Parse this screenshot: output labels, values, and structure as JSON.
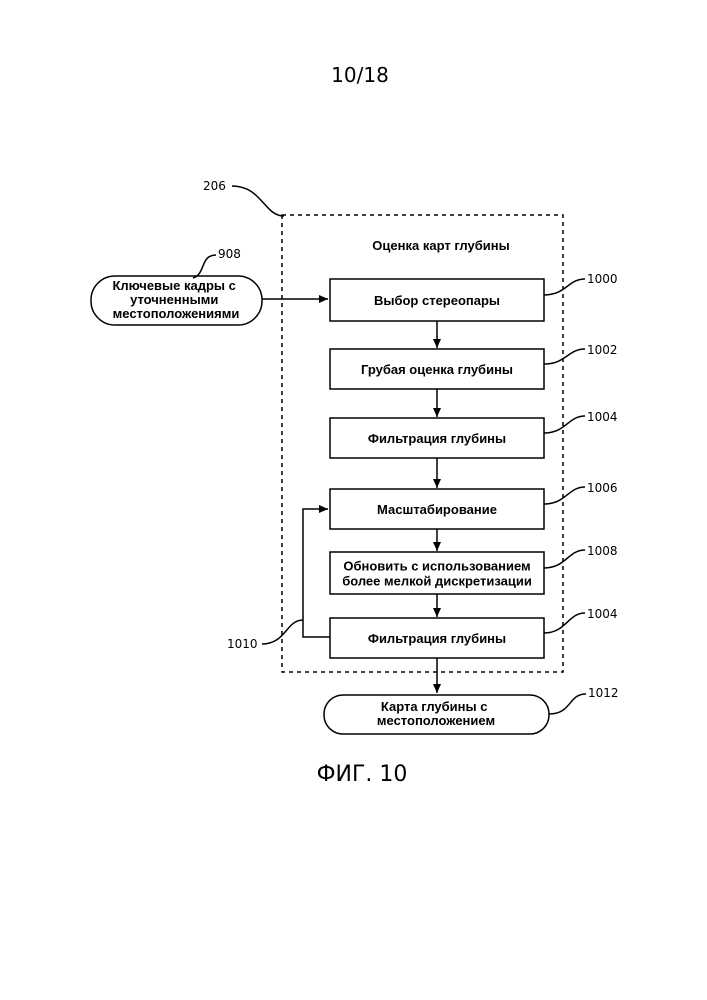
{
  "page": {
    "number": "10/18",
    "figure": "ФИГ. 10"
  },
  "container": {
    "ref": "206",
    "title": "Оценка карт глубины"
  },
  "input": {
    "ref": "908",
    "lines": [
      "Ключевые кадры с",
      "уточненными",
      "местоположениями"
    ]
  },
  "steps": [
    {
      "ref": "1000",
      "lines": [
        "Выбор стереопары"
      ]
    },
    {
      "ref": "1002",
      "lines": [
        "Грубая оценка глубины"
      ]
    },
    {
      "ref": "1004",
      "lines": [
        "Фильтрация глубины"
      ]
    },
    {
      "ref": "1006",
      "lines": [
        "Масштабирование"
      ]
    },
    {
      "ref": "1008",
      "lines": [
        "Обновить с использованием",
        "более мелкой дискретизации"
      ]
    },
    {
      "ref": "1004",
      "lines": [
        "Фильтрация глубины"
      ]
    }
  ],
  "loop": {
    "ref": "1010"
  },
  "output": {
    "ref": "1012",
    "lines": [
      "Карта глубины с",
      "местоположением"
    ]
  }
}
